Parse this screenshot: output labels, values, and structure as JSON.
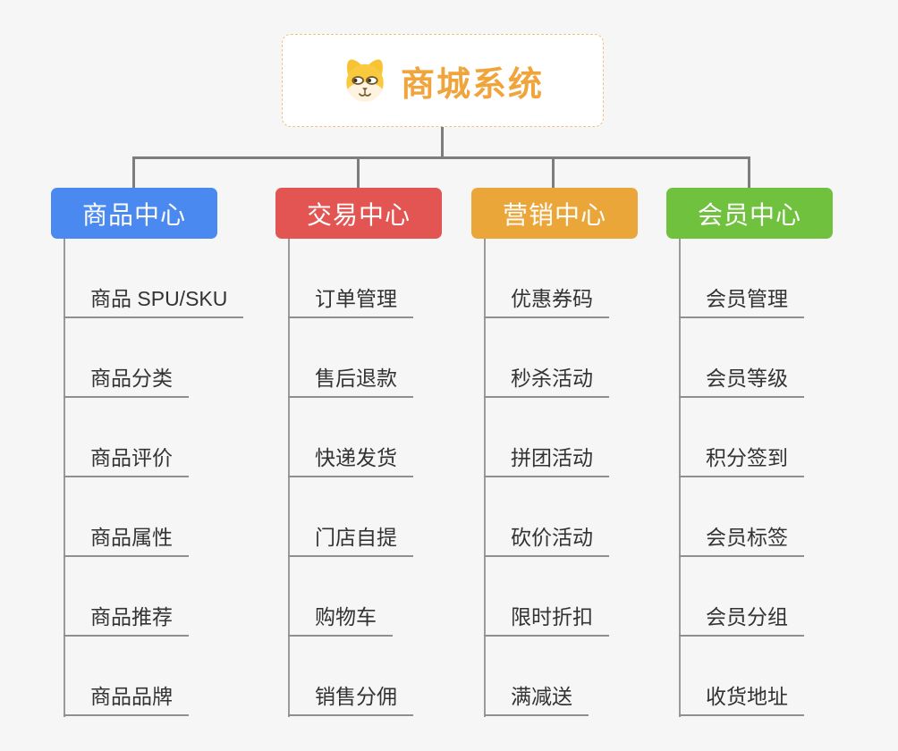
{
  "root": {
    "title": "商城系统",
    "icon": "dog-face-icon"
  },
  "branches": [
    {
      "label": "商品中心",
      "color": "#4a89f0",
      "items": [
        "商品 SPU/SKU",
        "商品分类",
        "商品评价",
        "商品属性",
        "商品推荐",
        "商品品牌"
      ]
    },
    {
      "label": "交易中心",
      "color": "#e25552",
      "items": [
        "订单管理",
        "售后退款",
        "快递发货",
        "门店自提",
        "购物车",
        "销售分佣"
      ]
    },
    {
      "label": "营销中心",
      "color": "#eba63a",
      "items": [
        "优惠券码",
        "秒杀活动",
        "拼团活动",
        "砍价活动",
        "限时折扣",
        "满减送"
      ]
    },
    {
      "label": "会员中心",
      "color": "#6fc13e",
      "items": [
        "会员管理",
        "会员等级",
        "积分签到",
        "会员标签",
        "会员分组",
        "收货地址"
      ]
    }
  ],
  "colors": {
    "background": "#f6f6f6",
    "connector_line": "#7d7d7d",
    "underline": "#8f8f8f",
    "root_border": "#f2c17d",
    "root_title": "#f0a43c",
    "icon_yellow": "#f9ca3e"
  }
}
